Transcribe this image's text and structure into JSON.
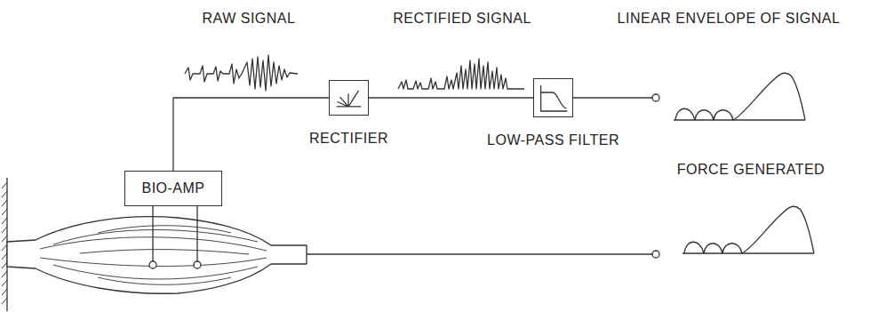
{
  "diagram": {
    "nodes": [
      {
        "text": [
          "RECTIFIER"
        ]
      },
      {
        "text": [
          "LOW-PASS FILTER"
        ]
      },
      {
        "text": [
          "BIO-AMP"
        ]
      }
    ],
    "edges": [
      {
        "from": 2,
        "to": 0,
        "arrow": "none"
      },
      {
        "from": 0,
        "to": 1,
        "arrow": "none"
      }
    ],
    "labels": [
      "RAW SIGNAL",
      "RECTIFIED SIGNAL",
      "LINEAR ENVELOPE OF SIGNAL",
      "FORCE GENERATED"
    ]
  }
}
